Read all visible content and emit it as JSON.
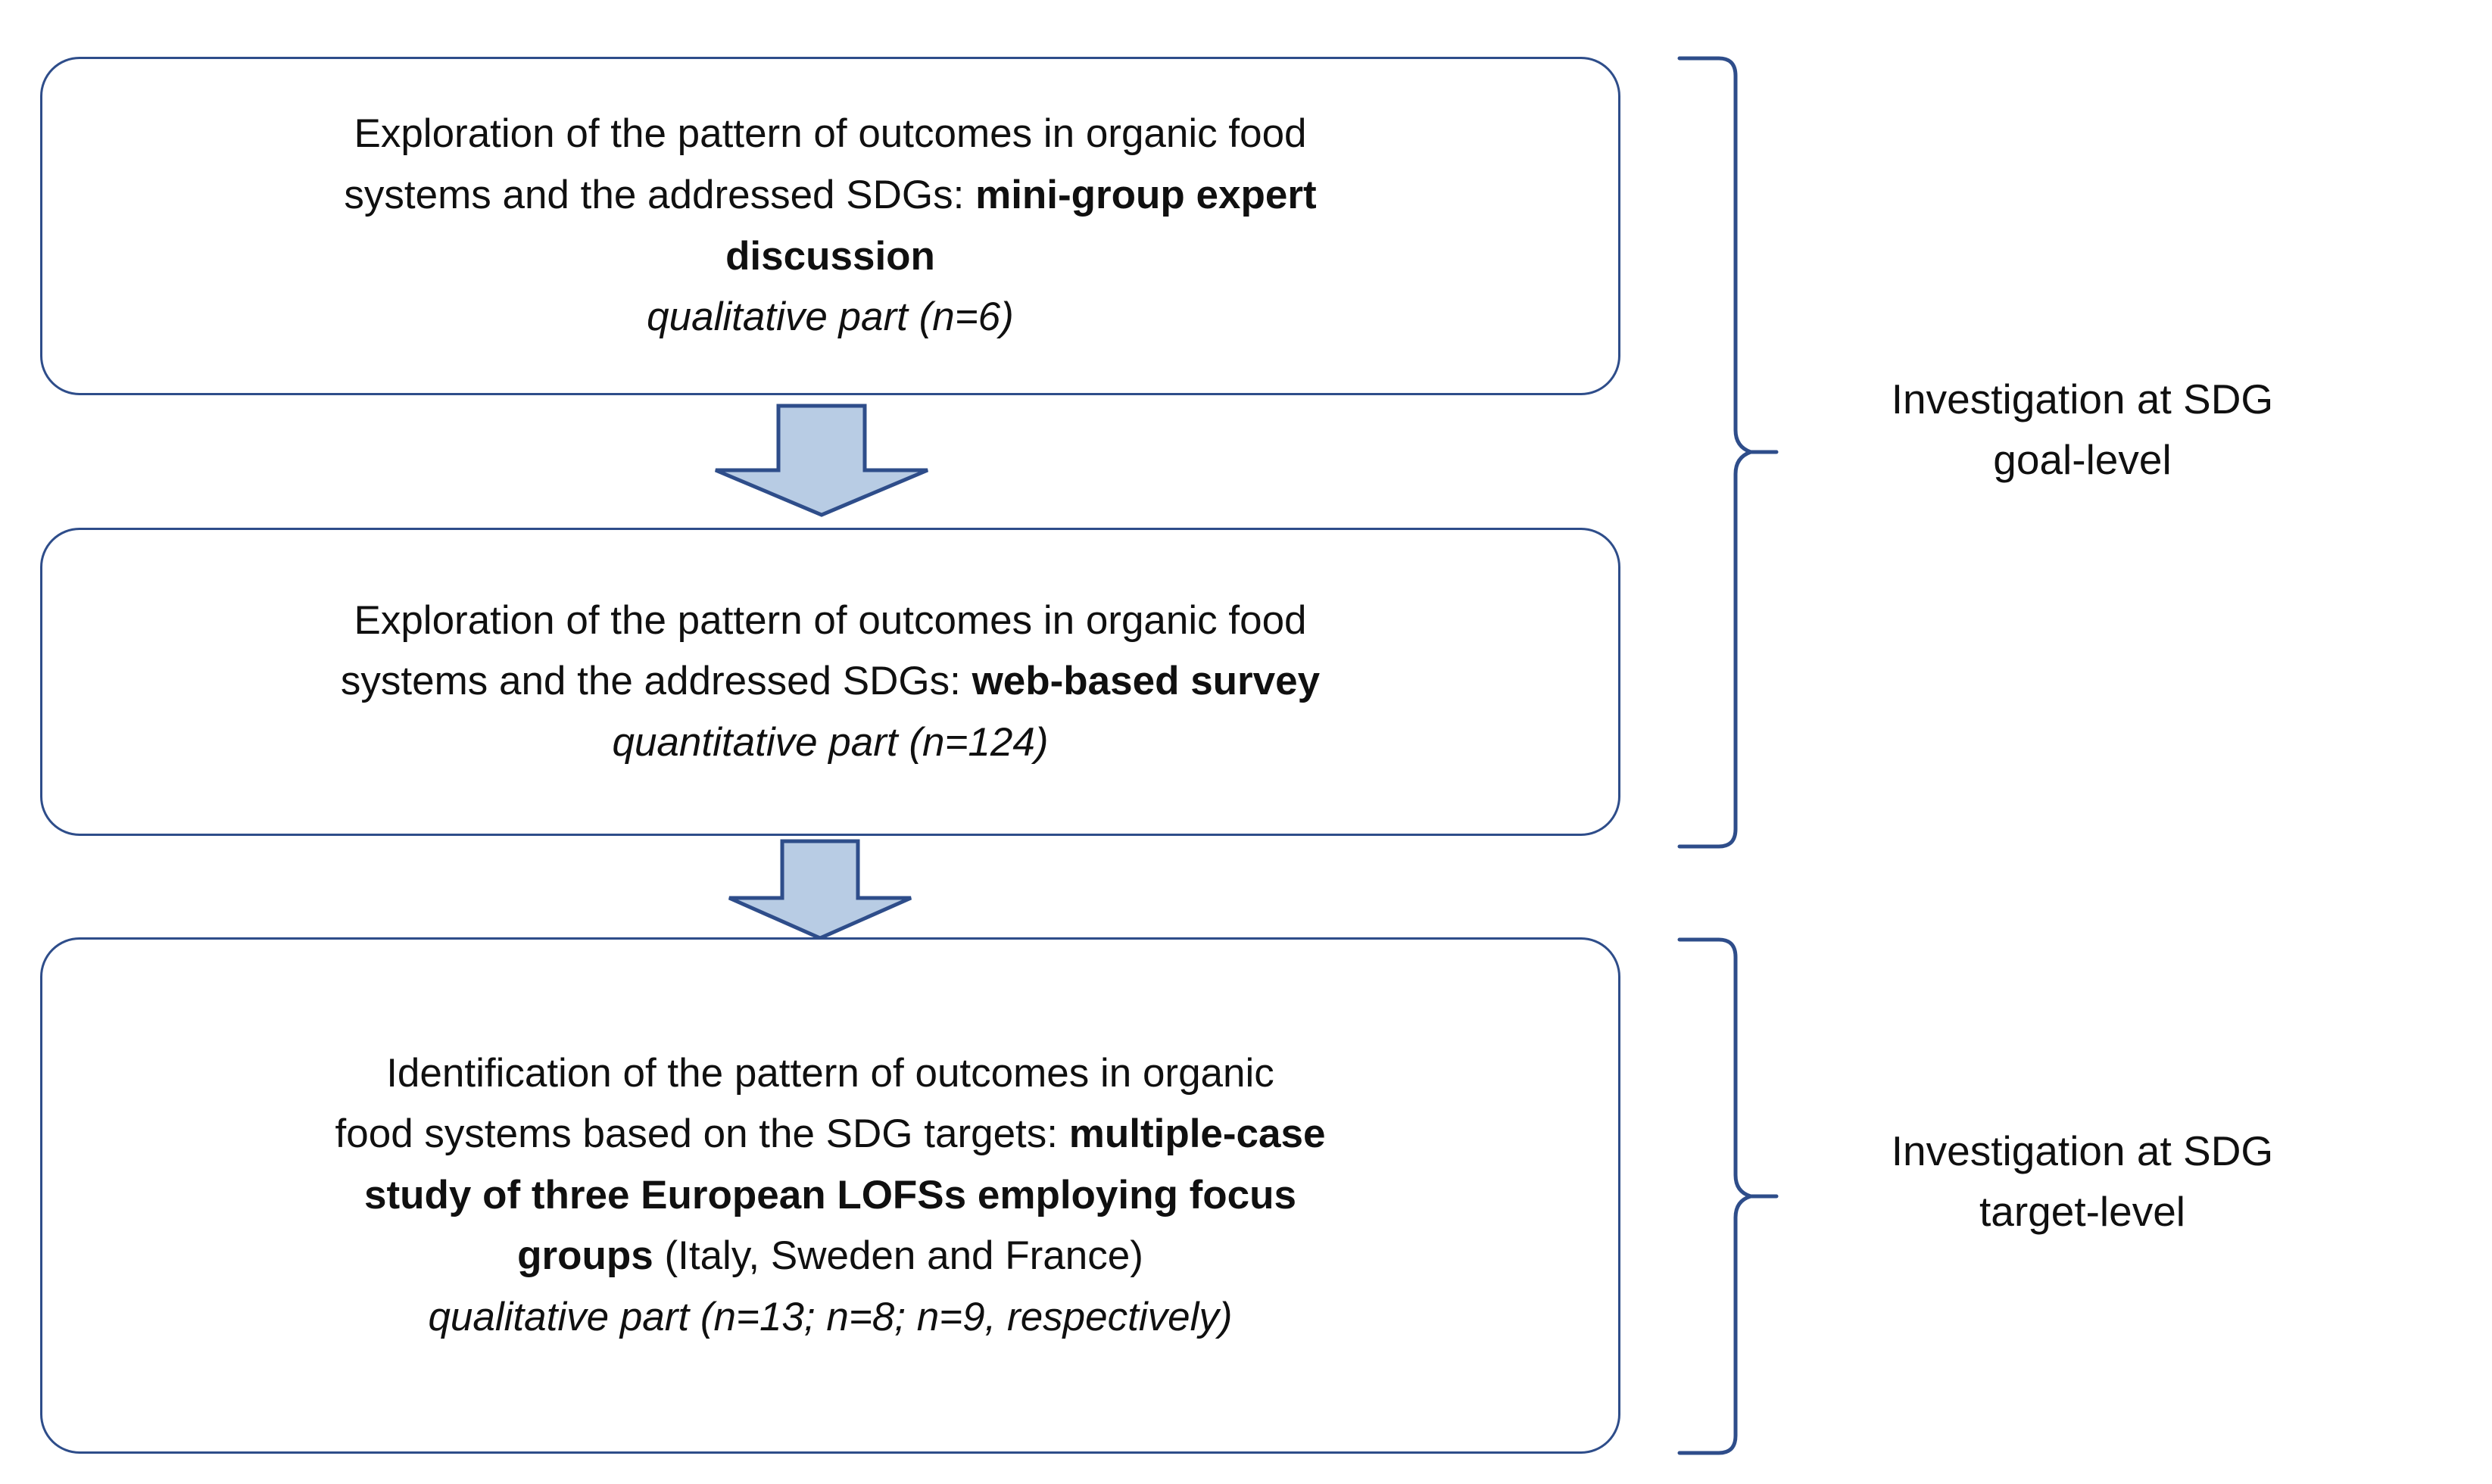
{
  "diagram": {
    "title": "Mixed-methods research design for SDG investigation in organic food systems",
    "accent_color": "#2e4d8a",
    "arrow_fill": "#b8cce4",
    "arrow_stroke": "#2e4d8a",
    "box_border_color": "#2e4d8a",
    "background_color": "#ffffff",
    "text_color": "#101010"
  },
  "boxes": [
    {
      "id": "box-1",
      "lines": [
        {
          "text": "Exploration of the pattern of outcomes  in organic food",
          "style": "normal"
        },
        {
          "text": "systems and the addressed SDGs: ",
          "style": "normal",
          "bold_tail": "mini-group expert"
        },
        {
          "text": "discussion",
          "style": "bold"
        },
        {
          "text": "qualitative part (n=6)",
          "style": "italic"
        }
      ],
      "plain_text": "Exploration of the pattern of outcomes  in organic food systems and the addressed SDGs: mini-group expert discussion qualitative part (n=6)",
      "lead_text": "Exploration of the pattern of outcomes  in organic food systems and the addressed SDGs: ",
      "method_bold": "mini-group expert discussion",
      "sample_italic": "qualitative part (n=6)"
    },
    {
      "id": "box-2",
      "lines": [
        {
          "text": "Exploration of the pattern of outcomes in organic food",
          "style": "normal"
        },
        {
          "text": "systems and the addressed SDGs: ",
          "style": "normal",
          "bold_tail": "web-based survey"
        },
        {
          "text": "quantitative part (n=124)",
          "style": "italic"
        }
      ],
      "plain_text": "Exploration of the pattern of outcomes in organic food systems and the addressed SDGs: web-based survey quantitative part (n=124)",
      "lead_text": "Exploration of the pattern of outcomes in organic food systems and the addressed SDGs: ",
      "method_bold": "web-based survey",
      "sample_italic": "quantitative part (n=124)"
    },
    {
      "id": "box-3",
      "lines": [
        {
          "text": "Identification of the pattern of outcomes in organic",
          "style": "normal"
        },
        {
          "text": "food systems based on the SDG targets: ",
          "style": "normal",
          "bold_tail": "multiple-case"
        },
        {
          "text": "study of three European LOFSs employing focus",
          "style": "bold"
        },
        {
          "text": "groups",
          "style": "bold",
          "normal_tail": " (Italy, Sweden and France)"
        },
        {
          "text": "qualitative part (n=13; n=8; n=9, respectively)",
          "style": "italic"
        }
      ],
      "plain_text": "Identification of the pattern of outcomes in organic food systems based on the SDG targets: multiple-case study of three European LOFSs employing focus groups (Italy, Sweden and France) qualitative part (n=13; n=8; n=9, respectively)",
      "lead_text": "Identification of the pattern of outcomes in organic food systems based on the SDG targets: ",
      "method_bold": "multiple-case study of three European LOFSs employing focus groups",
      "countries": " (Italy, Sweden and France)",
      "sample_italic": "qualitative part (n=13; n=8; n=9, respectively)"
    }
  ],
  "box1_text": {
    "line1": "Exploration of the pattern of outcomes  in organic food",
    "line2_normal": "systems and the addressed SDGs: ",
    "line2_bold": "mini-group expert",
    "line3_bold": "discussion",
    "line4_italic": "qualitative part (n=6)"
  },
  "box2_text": {
    "line1": "Exploration of the pattern of outcomes in organic food",
    "line2_normal": "systems and the addressed SDGs: ",
    "line2_bold": "web-based survey",
    "line3_italic": "quantitative part (n=124)"
  },
  "box3_text": {
    "line1": "Identification of the pattern of outcomes in organic",
    "line2_normal": "food systems based on the SDG targets: ",
    "line2_bold": "multiple-case",
    "line3_bold": "study of three European LOFSs employing focus",
    "line4_bold": "groups",
    "line4_normal": " (Italy, Sweden and France)",
    "line5_italic": "qualitative part (n=13; n=8; n=9, respectively)"
  },
  "arrows": [
    {
      "id": "arrow-1",
      "direction": "down",
      "from": "box-1",
      "to": "box-2"
    },
    {
      "id": "arrow-2",
      "direction": "down",
      "from": "box-2",
      "to": "box-3"
    }
  ],
  "side_labels": [
    {
      "id": "label-goal-level",
      "line1": "Investigation at SDG",
      "line2": "goal-level",
      "spans": [
        "box-1",
        "box-2"
      ]
    },
    {
      "id": "label-target-level",
      "line1": "Investigation at SDG",
      "line2": "target-level",
      "spans": [
        "box-3"
      ]
    }
  ]
}
